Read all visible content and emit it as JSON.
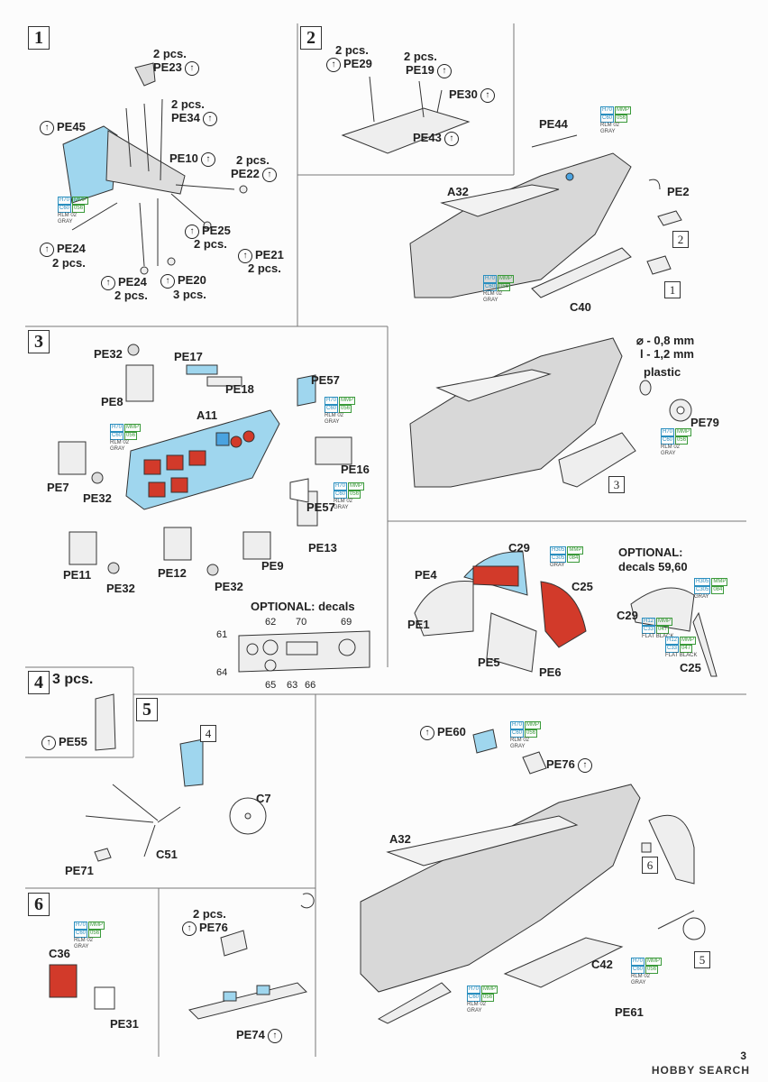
{
  "steps": {
    "s1": "1",
    "s2": "2",
    "s3": "3",
    "s4": "4",
    "s5": "5",
    "s6": "6"
  },
  "refs": {
    "r2": "2",
    "r1": "1",
    "r3": "3",
    "r4": "4",
    "r6": "6",
    "r5": "5"
  },
  "colors": {
    "accent_red": "#d23a2a",
    "accent_blue": "#9fd6ee",
    "outline": "#333333",
    "bracket_blue": "#2a8fbf",
    "bracket_green": "#3a9a3a"
  },
  "icons": {
    "arrow": "↑",
    "glue": "⊘"
  },
  "paint": {
    "h70": "H70",
    "mmp": "MMP",
    "c60": "C60",
    "c056": "056",
    "rlm": "RLM 02",
    "gray": "GRAY",
    "h305": "H305",
    "c305": "C305",
    "c084": "084",
    "h12": "H12",
    "c33": "C33",
    "c047": "047",
    "flat_black": "FLAT BLACK"
  },
  "labels": {
    "s1_pe23_qty": "2 pcs.",
    "s1_pe23": "PE23",
    "s1_pe34_qty": "2 pcs.",
    "s1_pe34": "PE34",
    "s1_pe45": "PE45",
    "s1_pe10": "PE10",
    "s1_pe22_qty": "2 pcs.",
    "s1_pe22": "PE22",
    "s1_pe25": "PE25",
    "s1_pe25_qty": "2 pcs.",
    "s1_pe21": "PE21",
    "s1_pe21_qty": "2 pcs.",
    "s1_pe24a": "PE24",
    "s1_pe24a_qty": "2 pcs.",
    "s1_pe24b": "PE24",
    "s1_pe24b_qty": "2 pcs.",
    "s1_pe20": "PE20",
    "s1_pe20_qty": "3 pcs.",
    "s2_pe29_qty": "2 pcs.",
    "s2_pe29": "PE29",
    "s2_pe19_qty": "2 pcs.",
    "s2_pe19": "PE19",
    "s2_pe30": "PE30",
    "s2_pe43": "PE43",
    "f_pe44": "PE44",
    "f_a32": "A32",
    "f_pe2": "PE2",
    "f_c40": "C40",
    "s3_pe32a": "PE32",
    "s3_pe17": "PE17",
    "s3_pe8": "PE8",
    "s3_pe18": "PE18",
    "s3_pe57a": "PE57",
    "s3_a11": "A11",
    "s3_pe16": "PE16",
    "s3_pe7": "PE7",
    "s3_pe32b": "PE32",
    "s3_pe57b": "PE57",
    "s3_pe13": "PE13",
    "s3_pe11": "PE11",
    "s3_pe12": "PE12",
    "s3_pe9": "PE9",
    "s3_pe32c": "PE32",
    "s3_pe32d": "PE32",
    "opt_decals": "OPTIONAL: decals",
    "d61": "61",
    "d62": "62",
    "d70": "70",
    "d69": "69",
    "d64": "64",
    "d65": "65",
    "d63": "63",
    "d66": "66",
    "r3_diam": "⌀ - 0,8 mm",
    "r3_len": "l - 1,2 mm",
    "r3_plastic": "plastic",
    "r3_pe79": "PE79",
    "p_c29": "C29",
    "p_pe4": "PE4",
    "p_c25": "C25",
    "p_pe1": "PE1",
    "p_pe5": "PE5",
    "p_pe6": "PE6",
    "opt2_a": "OPTIONAL:",
    "opt2_b": "decals 59,60",
    "opt2_c29": "C29",
    "opt2_c25": "C25",
    "s4_qty": "3 pcs.",
    "s4_pe55": "PE55",
    "s5_c7": "C7",
    "s5_pe71": "PE71",
    "s5_c51": "C51",
    "b_pe60": "PE60",
    "b_pe76": "PE76",
    "b_a32": "A32",
    "b_c42": "C42",
    "b_pe61": "PE61",
    "s6_c36": "C36",
    "s6_pe31": "PE31",
    "s7_qty": "2 pcs.",
    "s7_pe76": "PE76",
    "s7_pe74": "PE74"
  },
  "footer": {
    "page": "3",
    "brand": "HOBBY SEARCH"
  }
}
